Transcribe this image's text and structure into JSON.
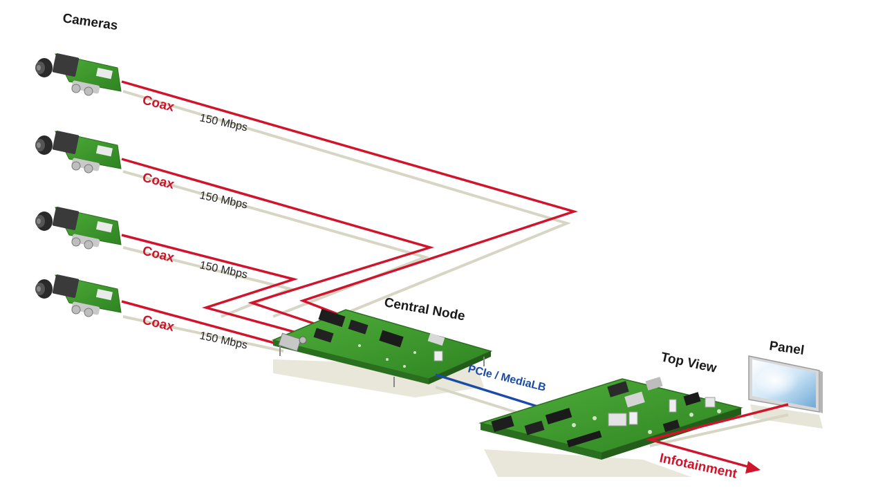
{
  "labels": {
    "cameras": "Cameras",
    "coax": "Coax",
    "rate": "150 Mbps",
    "central_node": "Central Node",
    "pcie_medialb": "PCIe / MediaLB",
    "top_view": "Top View",
    "panel": "Panel",
    "infotainment": "Infotainment"
  },
  "colors": {
    "coax_line": "#d0142c",
    "coax_shadow": "#d7d6c4",
    "pcie_line": "#1c4aa8",
    "pcb_green": "#3e9a2e",
    "pcb_edge": "#2a6e1f",
    "label_red": "#d0142c",
    "label_blue": "#1c4aa8"
  },
  "icons": {
    "camera": "camera-module-icon",
    "board": "pcb-board-icon",
    "panel": "display-panel-icon",
    "arrow": "arrow-right-icon"
  },
  "cameras": [
    {
      "coax_label": "Coax",
      "rate_label": "150 Mbps"
    },
    {
      "coax_label": "Coax",
      "rate_label": "150 Mbps"
    },
    {
      "coax_label": "Coax",
      "rate_label": "150 Mbps"
    },
    {
      "coax_label": "Coax",
      "rate_label": "150 Mbps"
    }
  ]
}
